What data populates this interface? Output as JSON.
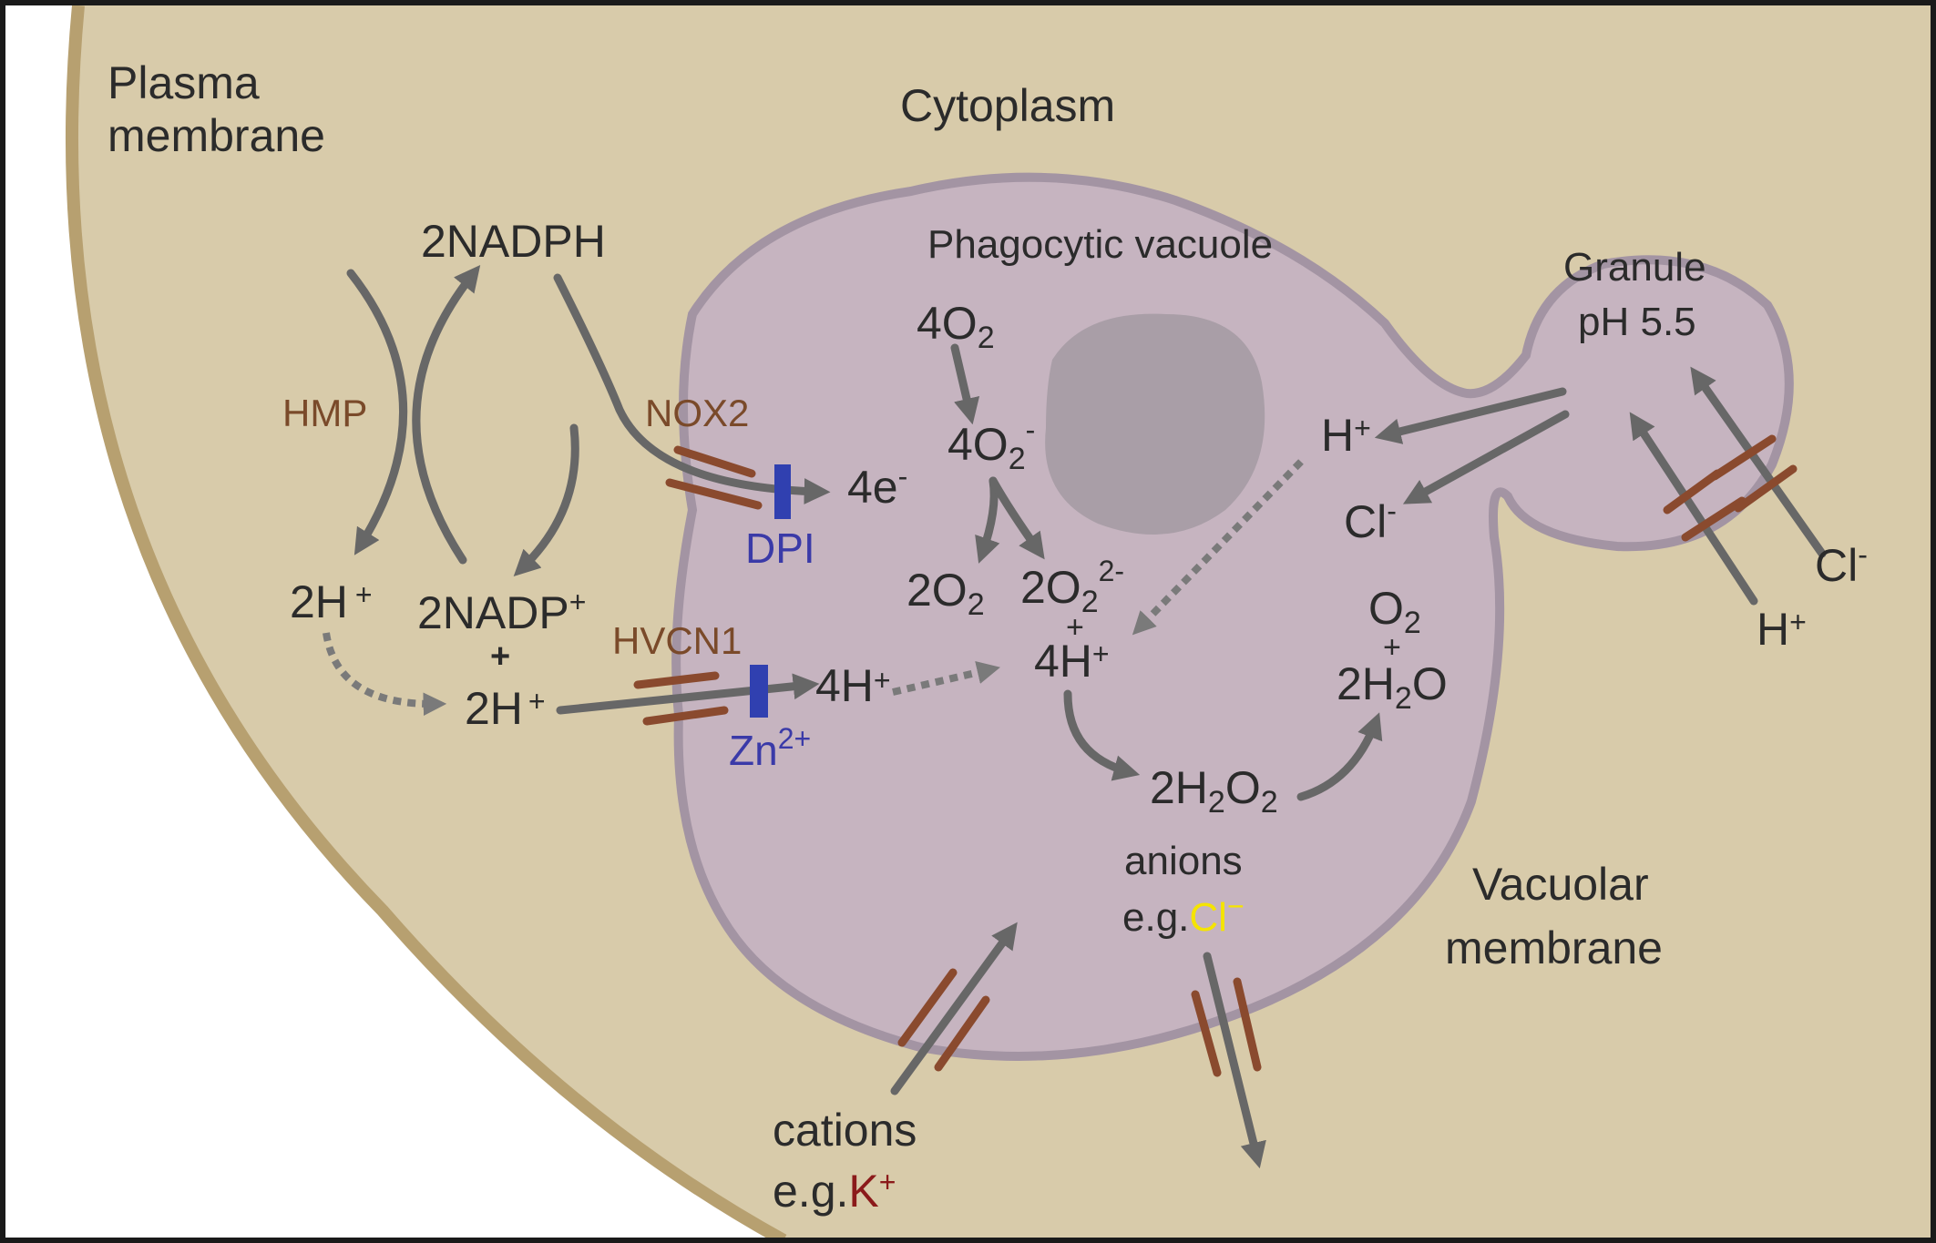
{
  "labels": {
    "plasma_membrane_1": "Plasma",
    "plasma_membrane_2": "membrane",
    "cytoplasm": "Cytoplasm",
    "phagocytic_vacuole": "Phagocytic vacuole",
    "granule": "Granule",
    "granule_ph": "pH 5.5",
    "vacuolar_membrane_1": "Vacuolar",
    "vacuolar_membrane_2": "membrane",
    "hmp": "HMP",
    "nox2": "NOX2",
    "hvcn1": "HVCN1",
    "dpi": "DPI",
    "zn": "Zn",
    "zn_sup": "2+",
    "cations": "cations",
    "eg_prefix": "e.g.",
    "k": "K",
    "k_sup": "+",
    "anions": "anions",
    "cl_anion": "Cl",
    "cl_anion_sup": "−"
  },
  "species": {
    "nadph": "2NADPH",
    "nadp": "2NADP",
    "nadp_sup": "+",
    "plus": "+",
    "two_h_left": "2H",
    "two_h_left_sup": "+",
    "two_h_mid": "2H",
    "two_h_mid_sup": "+",
    "four_e": "4e",
    "four_e_sup": "-",
    "four_h_channel": "4H",
    "four_h_channel_sup": "+",
    "four_o2_coef": "4O",
    "four_o2_sub": "2",
    "four_o2minus_coef": "4O",
    "four_o2minus_sub": "2",
    "four_o2minus_sup": "-",
    "two_o2_coef": "2O",
    "two_o2_sub": "2",
    "two_o22_coef": "2O",
    "two_o22_sub": "2",
    "two_o22_sup": "2-",
    "four_h_center": "4H",
    "four_h_center_sup": "+",
    "h2o2_a": "2H",
    "h2o2_sub1": "2",
    "h2o2_b": "O",
    "h2o2_sub2": "2",
    "o2_coef": "O",
    "o2_sub": "2",
    "h2o_a": "2H",
    "h2o_sub": "2",
    "h2o_b": "O",
    "h_vac": "H",
    "h_vac_sup": "+",
    "cl_vac": "Cl",
    "cl_vac_sup": "-",
    "cl_gran": "Cl",
    "cl_gran_sup": "-",
    "h_gran": "H",
    "h_gran_sup": "+"
  },
  "colors": {
    "cytoplasm": "#d8cbaa",
    "membrane": "#b7a070",
    "vacuole": "#c6b4c0",
    "vacuole_edge": "#a394a3",
    "nucleus": "#a99ea7",
    "arrow": "#676767",
    "channel": "#8a4a2e",
    "inhibitor": "#3040b0",
    "k_color": "#8b1a1a",
    "cl_color": "#f5e400"
  },
  "icons": {
    "channel": "channel-bars-icon",
    "inhibitor": "inhibitor-block-icon"
  }
}
